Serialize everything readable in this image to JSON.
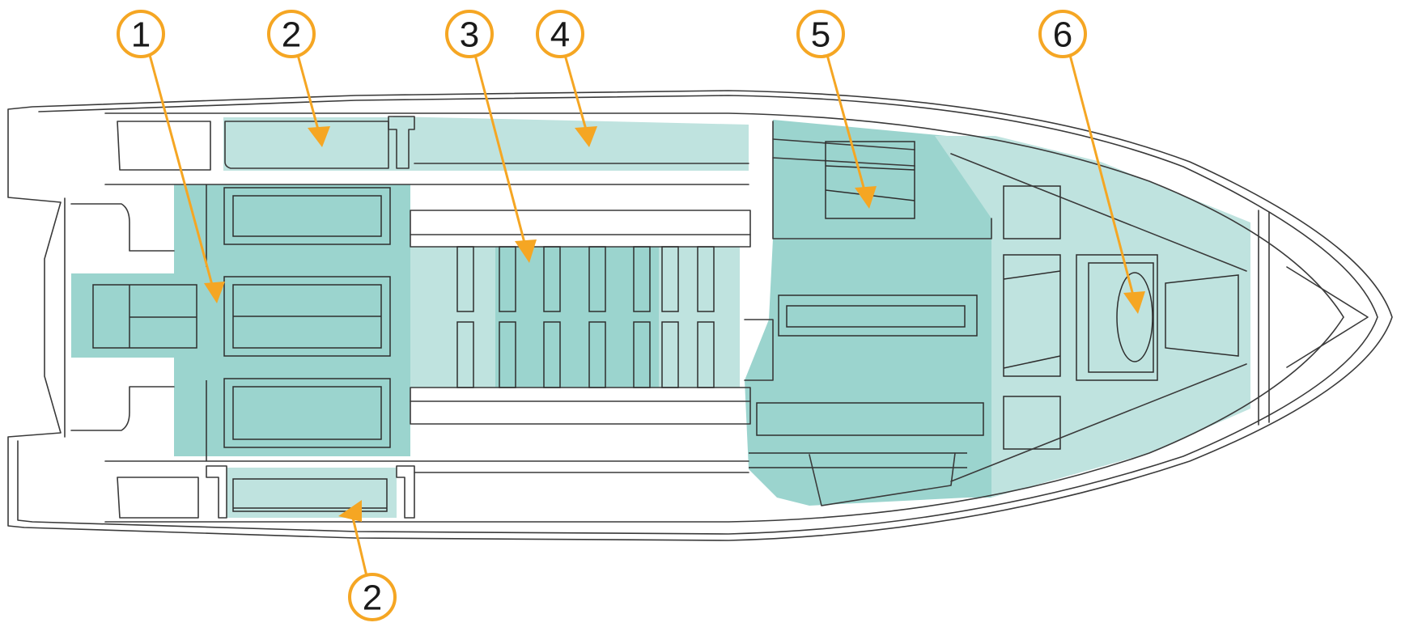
{
  "diagram": {
    "kind": "boat-deck-plan-top-view",
    "colors": {
      "zone_light": "#bfe3df",
      "zone_dark": "#9bd4ce",
      "callout": "#f5a623",
      "outline": "#3a3a3a"
    },
    "callouts": [
      {
        "id": "c1",
        "label": "1",
        "target": "aft-seating-area"
      },
      {
        "id": "c2a",
        "label": "2",
        "target": "port-side-storage"
      },
      {
        "id": "c3",
        "label": "3",
        "target": "center-deck-storage"
      },
      {
        "id": "c4",
        "label": "4",
        "target": "side-walkway-storage"
      },
      {
        "id": "c5",
        "label": "5",
        "target": "console-area"
      },
      {
        "id": "c6",
        "label": "6",
        "target": "bow-seat"
      },
      {
        "id": "c2b",
        "label": "2",
        "target": "starboard-side-storage"
      }
    ]
  }
}
